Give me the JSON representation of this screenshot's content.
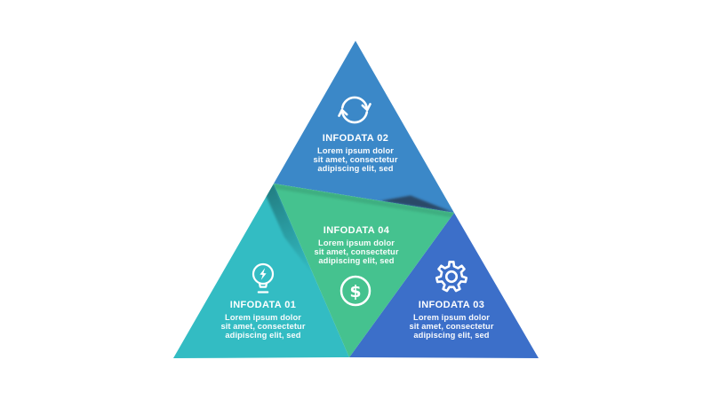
{
  "page": {
    "background": "#ffffff"
  },
  "infographic": {
    "kind": "pyramid-4-segments",
    "fold_shadow_color": "#2A4A68",
    "segments": [
      {
        "id": "infodata-01",
        "title": "INFODATA 01",
        "body": "Lorem ipsum dolor\nsit amet, consectetur\nadipiscing elit, sed",
        "color": "#33BCC3",
        "icon": "lightbulb-bolt-icon",
        "position": "bottom-left"
      },
      {
        "id": "infodata-02",
        "title": "INFODATA 02",
        "body": "Lorem ipsum dolor\nsit amet, consectetur\nadipiscing elit, sed",
        "color": "#3B88C8",
        "icon": "sync-arrows-icon",
        "position": "top"
      },
      {
        "id": "infodata-03",
        "title": "INFODATA 03",
        "body": "Lorem ipsum dolor\nsit amet, consectetur\nadipiscing elit, sed",
        "color": "#3C6FC9",
        "icon": "gear-icon",
        "position": "bottom-right"
      },
      {
        "id": "infodata-04",
        "title": "INFODATA 04",
        "body": "Lorem ipsum dolor\nsit amet, consectetur\nadipiscing elit, sed",
        "color": "#45C28F",
        "icon": "dollar-circle-icon",
        "symbol": "$",
        "position": "center-rotated"
      }
    ]
  }
}
